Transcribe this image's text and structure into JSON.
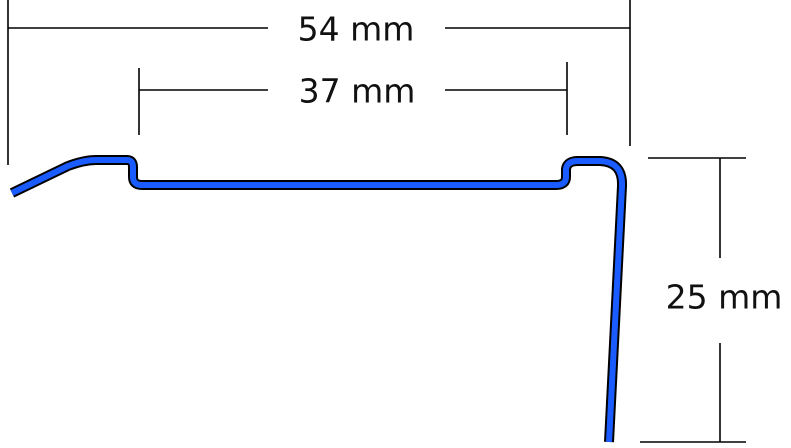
{
  "dimensions": {
    "width": "54 mm",
    "inner_width": "37 mm",
    "height": "25 mm"
  },
  "colors": {
    "profile_fill": "#1a5cff",
    "profile_outline": "#000000"
  }
}
